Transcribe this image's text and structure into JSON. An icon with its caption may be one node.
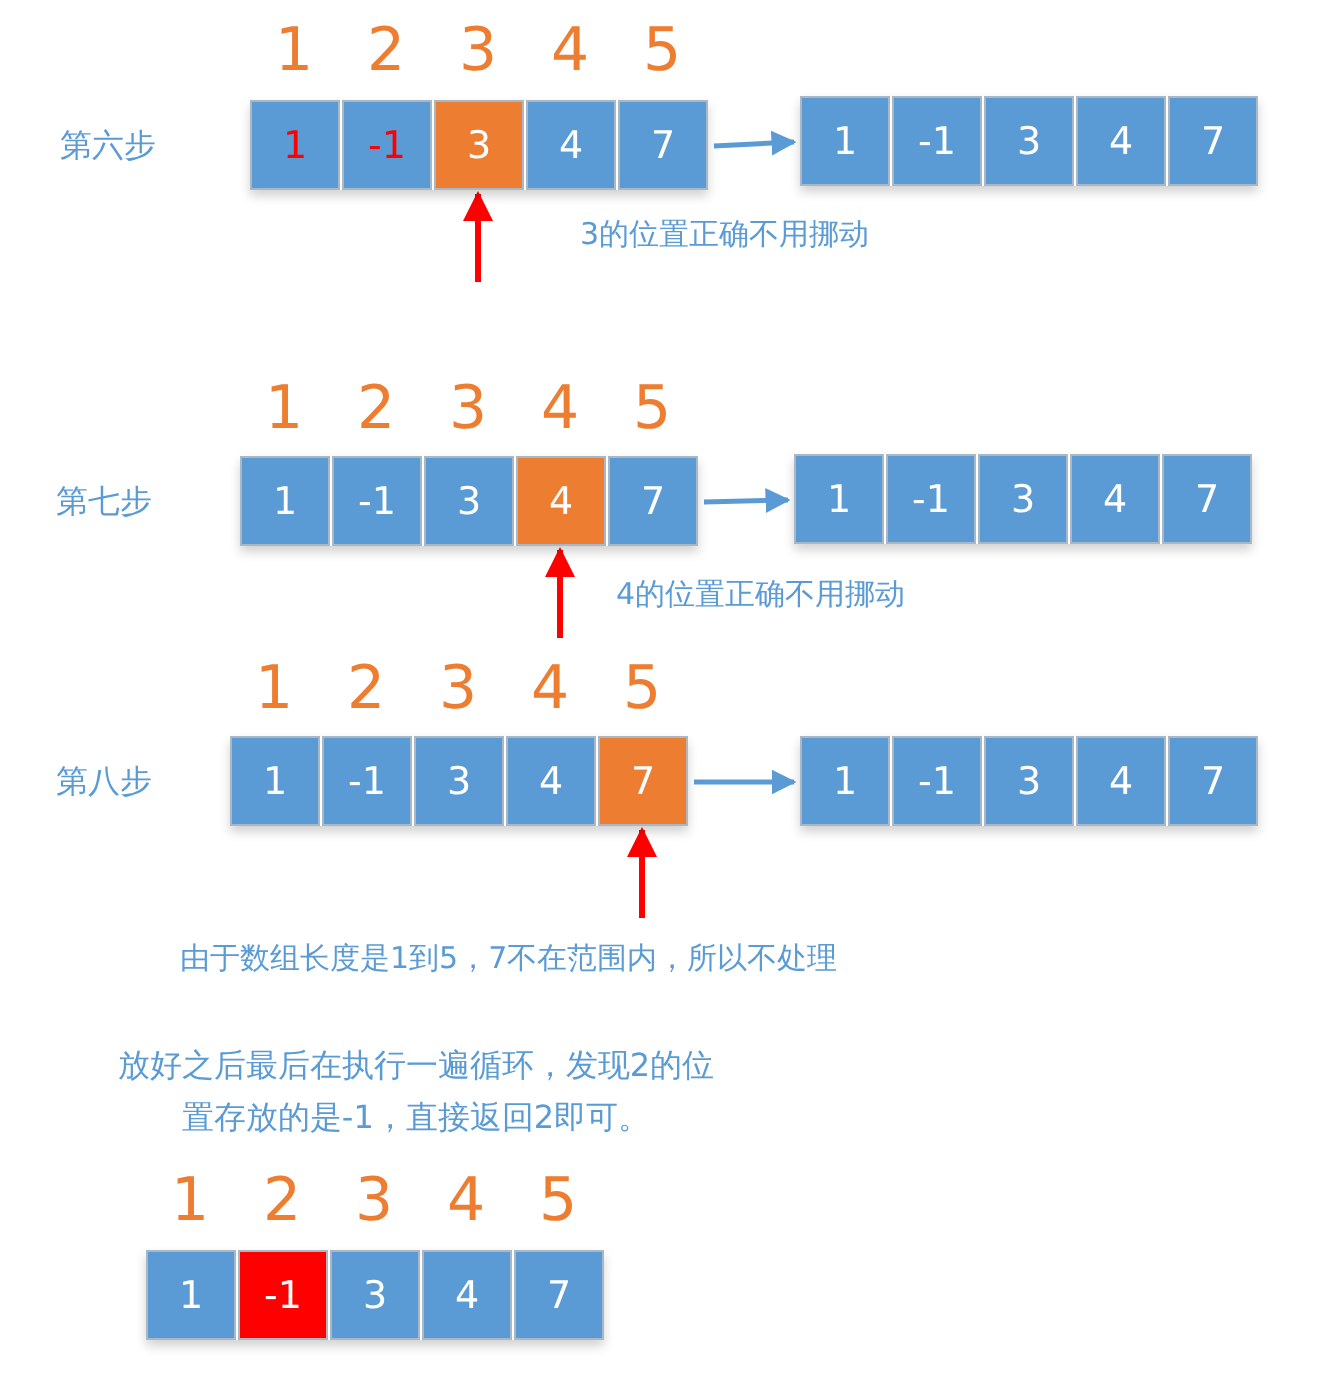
{
  "diagram": {
    "nodes": [
      {
        "text": [],
        "shape": "bar"
      },
      {
        "text": [
          "1"
        ],
        "in": 0
      },
      {
        "text": [
          "-1"
        ],
        "in": 0
      },
      {
        "text": [
          "3"
        ],
        "in": 0
      },
      {
        "text": [
          "4"
        ],
        "in": 0
      },
      {
        "text": [
          "7"
        ],
        "in": 0
      },
      {
        "text": [],
        "shape": "bar"
      },
      {
        "text": [
          "1"
        ],
        "in": 6
      },
      {
        "text": [
          "-1"
        ],
        "in": 6
      },
      {
        "text": [
          "3"
        ],
        "in": 6
      },
      {
        "text": [
          "4"
        ],
        "in": 6
      },
      {
        "text": [
          "7"
        ],
        "in": 6
      },
      {
        "text": [],
        "shape": "bar"
      },
      {
        "text": [
          "1"
        ],
        "in": 12
      },
      {
        "text": [
          "-1"
        ],
        "in": 12
      },
      {
        "text": [
          "3"
        ],
        "in": 12
      },
      {
        "text": [
          "4"
        ],
        "in": 12
      },
      {
        "text": [
          "7"
        ],
        "in": 12
      },
      {
        "text": [],
        "shape": "bar"
      },
      {
        "text": [
          "1"
        ],
        "in": 18
      },
      {
        "text": [
          "-1"
        ],
        "in": 18
      },
      {
        "text": [
          "3"
        ],
        "in": 18
      },
      {
        "text": [
          "4"
        ],
        "in": 18
      },
      {
        "text": [
          "7"
        ],
        "in": 18
      },
      {
        "text": [],
        "shape": "bar"
      },
      {
        "text": [
          "1"
        ],
        "in": 24
      },
      {
        "text": [
          "-1"
        ],
        "in": 24
      },
      {
        "text": [
          "3"
        ],
        "in": 24
      },
      {
        "text": [
          "4"
        ],
        "in": 24
      },
      {
        "text": [
          "7"
        ],
        "in": 24
      },
      {
        "text": [],
        "shape": "bar"
      },
      {
        "text": [
          "1"
        ],
        "in": 30
      },
      {
        "text": [
          "-1"
        ],
        "in": 30
      },
      {
        "text": [
          "3"
        ],
        "in": 30
      },
      {
        "text": [
          "4"
        ],
        "in": 30
      },
      {
        "text": [
          "7"
        ],
        "in": 30
      },
      {
        "text": [],
        "shape": "bar"
      },
      {
        "text": [
          "1"
        ],
        "in": 36
      },
      {
        "text": [
          "-1"
        ],
        "in": 36
      },
      {
        "text": [
          "3"
        ],
        "in": 36
      },
      {
        "text": [
          "4"
        ],
        "in": 36
      },
      {
        "text": [
          "7"
        ],
        "in": 36
      }
    ],
    "edges": [
      {
        "from": 0,
        "to": 6,
        "arrow": "to",
        "color": "#5b9bd5"
      },
      {
        "from": null,
        "to": 3,
        "arrow": "to",
        "color": "#ff0000"
      },
      {
        "from": 12,
        "to": 18,
        "arrow": "to",
        "color": "#5b9bd5"
      },
      {
        "from": null,
        "to": 16,
        "arrow": "to",
        "color": "#ff0000"
      },
      {
        "from": 24,
        "to": 30,
        "arrow": "to",
        "color": "#5b9bd5"
      },
      {
        "from": null,
        "to": 29,
        "arrow": "to",
        "color": "#ff0000"
      }
    ],
    "labels": [
      "1",
      "2",
      "3",
      "4",
      "5",
      "第六步",
      "3的位置正确不用挪动",
      "1",
      "2",
      "3",
      "4",
      "5",
      "第七步",
      "4的位置正确不用挪动",
      "1",
      "2",
      "3",
      "4",
      "5",
      "第八步",
      "由于数组长度是1到5，7不在范围内，所以不处理",
      "放好之后最后在执行一遍循环，发现2的位置存放的是-1，直接返回2即可。",
      "1",
      "2",
      "3",
      "4",
      "5"
    ]
  }
}
